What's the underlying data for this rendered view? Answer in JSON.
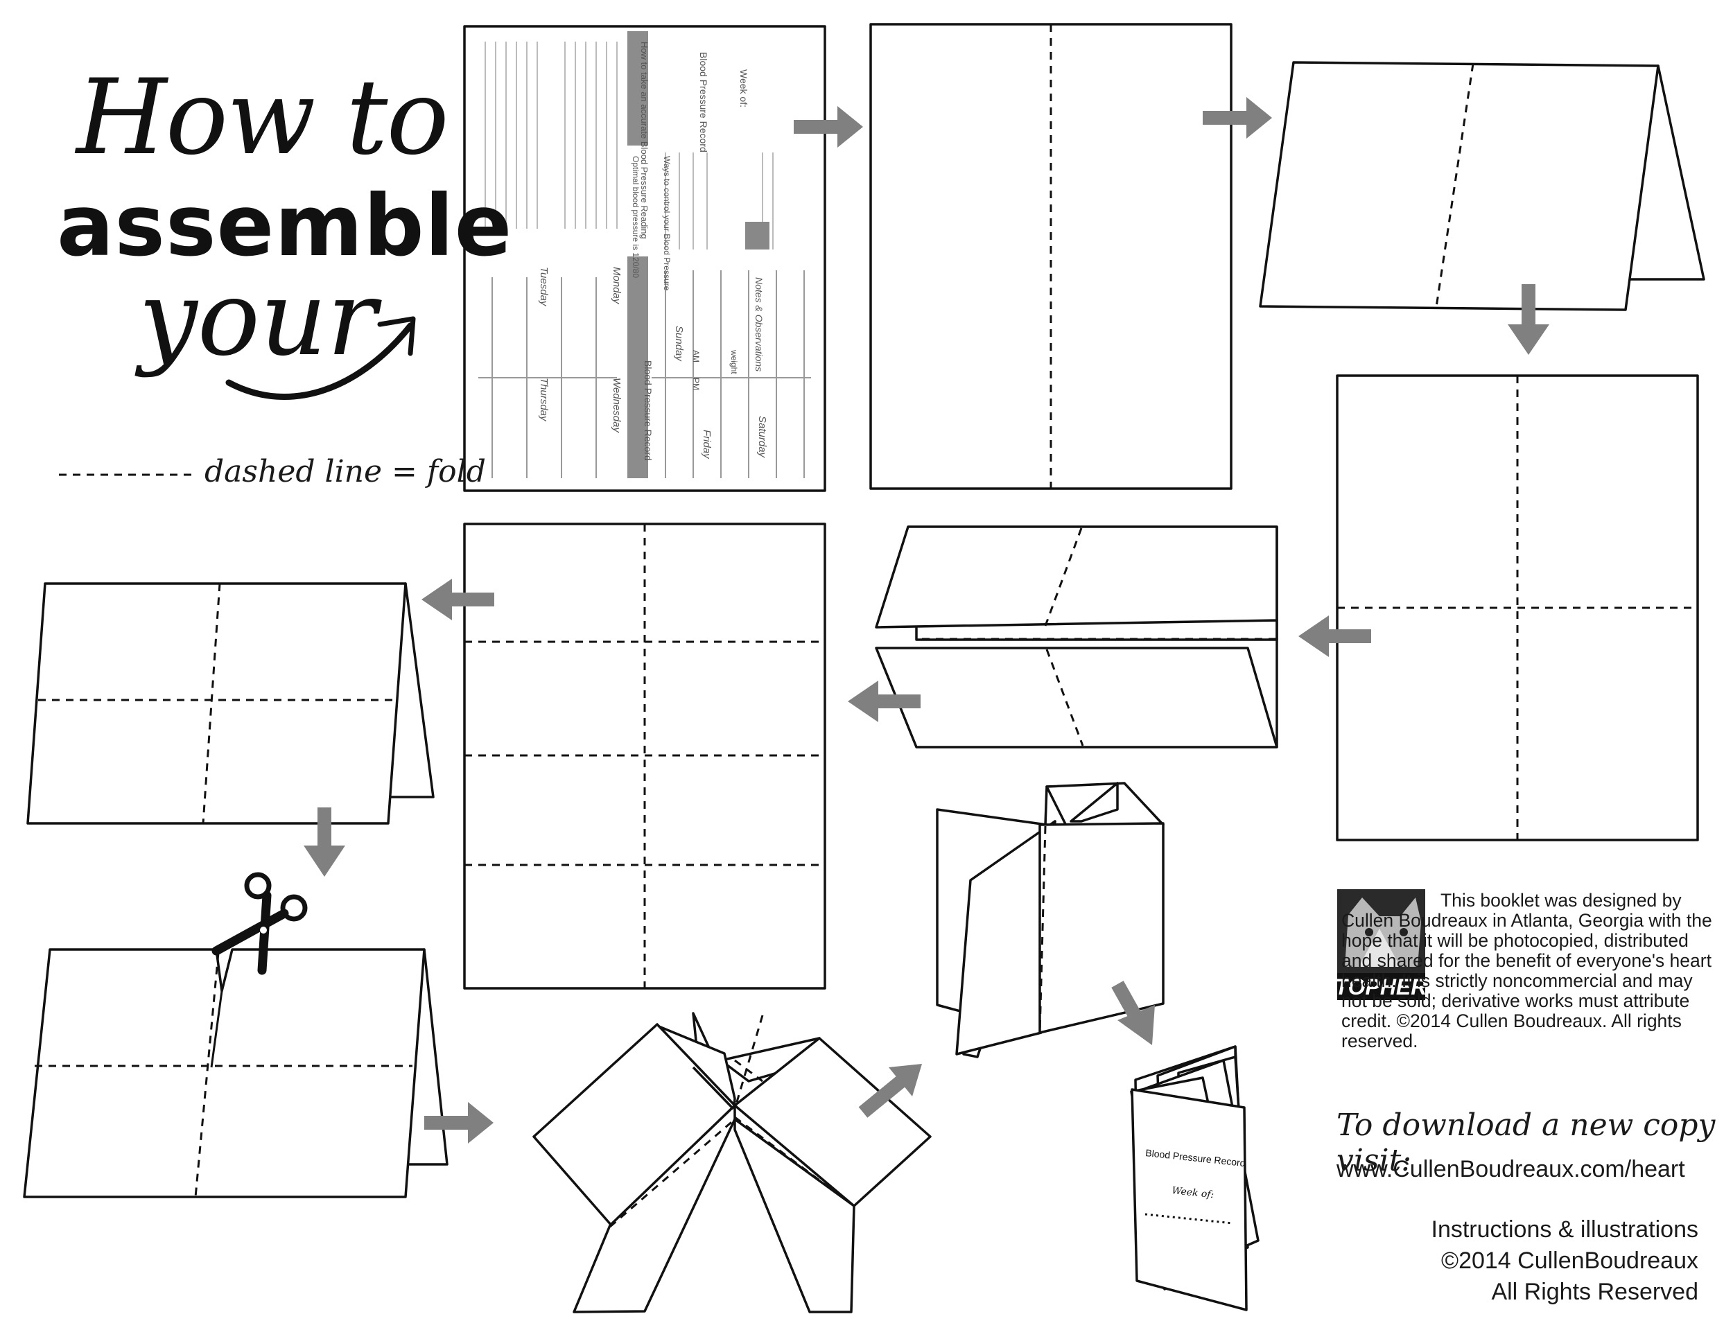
{
  "title": {
    "line1": "How to",
    "line2": "assemble",
    "line3": "your"
  },
  "legend": {
    "text": "dashed line = fold"
  },
  "template_sheet": {
    "header": "Blood Pressure Record",
    "week_of": "Week of:",
    "days": [
      "Monday",
      "Tuesday",
      "Wednesday",
      "Thursday",
      "Friday",
      "Saturday",
      "Sunday"
    ],
    "am": "AM",
    "pm": "PM",
    "weight": "weight",
    "notes": "Notes & Observations",
    "how_to_title": "How to take an accurate Blood Pressure Reading",
    "optimal": "Optimal blood pressure is 120/80",
    "ways": "Ways to control your Blood Pressure"
  },
  "credit": {
    "badge": "TOPHER",
    "text": "This booklet was designed by Cullen Boudreaux in Atlanta, Georgia with the hope that it will be photocopied, distributed and shared for the benefit of everyone's heart health. It is strictly noncommercial and  may not be sold; derivative works must attribute credit. ©2014 Cullen Boudreaux. All rights reserved."
  },
  "booklet": {
    "title": "Blood Pressure Record",
    "week": "Week of:"
  },
  "download": {
    "label": "To download a new copy visit:",
    "url": "www.CullenBoudreaux.com/heart"
  },
  "footer": {
    "line1": "Instructions & illustrations",
    "line2": "©2014 CullenBoudreaux",
    "line3": "All Rights Reserved"
  },
  "colors": {
    "arrow": "#808080",
    "line": "#111111",
    "banner": "#8c8c8c"
  }
}
